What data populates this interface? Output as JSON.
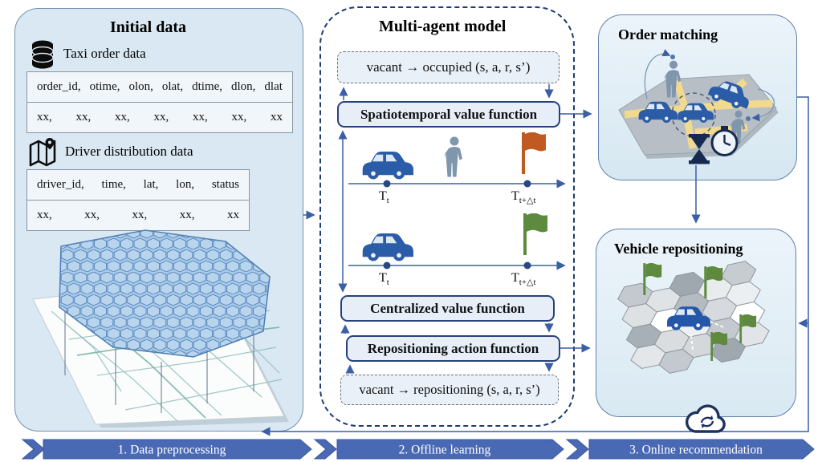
{
  "initial_data": {
    "title": "Initial data",
    "taxi_order": {
      "icon": "database-icon",
      "label": "Taxi order data",
      "header": [
        "order_id,",
        "otime,",
        "olon,",
        "olat,",
        "dtime,",
        "dlon,",
        "dlat"
      ],
      "row": [
        "xx,",
        "xx,",
        "xx,",
        "xx,",
        "xx,",
        "xx,",
        "xx"
      ]
    },
    "driver_distribution": {
      "icon": "map-pin-icon",
      "label": "Driver distribution data",
      "header": [
        "driver_id,",
        "time,",
        "lat,",
        "lon,",
        "status"
      ],
      "row": [
        "xx,",
        "xx,",
        "xx,",
        "xx,",
        "xx"
      ]
    }
  },
  "multi_agent": {
    "title": "Multi-agent model",
    "transition_top": "vacant → occupied  (s, a, r, s’)",
    "spatiotemporal_label": "Spatiotemporal value function",
    "centralized_label": "Centralized value function",
    "repositioning_label": "Repositioning action function",
    "transition_bottom": "vacant → repositioning (s, a, r, s’)",
    "timelines": [
      {
        "icons": [
          "car-icon",
          "person-icon",
          "orange-flag-icon"
        ],
        "start": {
          "base": "T",
          "sub": "t"
        },
        "end": {
          "base": "T",
          "sub": "t+△t"
        }
      },
      {
        "icons": [
          "car-icon",
          "green-flag-icon"
        ],
        "start": {
          "base": "T",
          "sub": "t"
        },
        "end": {
          "base": "T",
          "sub": "t+△t"
        }
      }
    ]
  },
  "order_matching": {
    "title": "Order matching"
  },
  "vehicle_repositioning": {
    "title": "Vehicle repositioning"
  },
  "process_banner": {
    "steps": [
      "1. Data preprocessing",
      "2. Offline learning",
      "3. Online recommendation"
    ]
  },
  "colors": {
    "panel_fill": "#d9e8f2",
    "panel_border": "#6d89a8",
    "box_fill": "#e7eef8",
    "box_border": "#26417d",
    "arrow": "#3a5ea8",
    "banner_fill": "#4a69b5",
    "car_blue": "#2b5ca8",
    "person_gray_blue": "#7f96ad",
    "flag_orange": "#c05a20",
    "flag_green": "#5d8a3e",
    "hex_layer_fill": "#b6d3ee",
    "navy_icon": "#16294f"
  }
}
